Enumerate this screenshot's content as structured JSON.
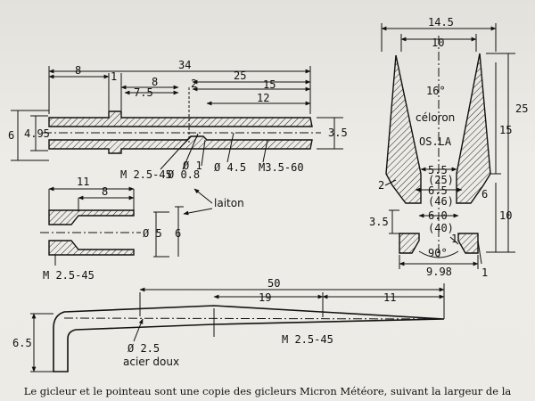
{
  "labels": {
    "d34": "34",
    "d8a": "8",
    "d1": "1",
    "d75": "7.5",
    "d8b": "8",
    "d2": "2",
    "d25a": "25",
    "d15a": "15",
    "d12": "12",
    "d6a": "6",
    "d495": "4.95",
    "d35a": "3.5",
    "m2545a": "M 2.5-45",
    "phi08": "Ø 0.8",
    "phi1": "Ø 1",
    "phi45": "Ø 4.5",
    "m3560": "M3.5-60",
    "d11a": "11",
    "d8c": "8",
    "laiton": "laiton",
    "phi5": "Ø 5",
    "d6b": "6",
    "m2545b": "M 2.5-45",
    "d145": "14.5",
    "d10a": "10",
    "deg16": "16°",
    "coloron": "céloron",
    "osla": "OS.LA",
    "d25b": "25",
    "d15b": "15",
    "d2b": "2",
    "d55": "5.5",
    "p25": "(25)",
    "d65": "6.5",
    "p46": "(46)",
    "d6c": "6",
    "d60": "6.0",
    "p40": "(40)",
    "d10b": "10",
    "d35b": "3.5",
    "deg90": "90°",
    "d998": "9.98",
    "d1b": "1",
    "d1c": "1",
    "d50": "50",
    "d19": "19",
    "d11b": "11",
    "d65b": "6.5",
    "phi25": "Ø 2.5",
    "acier": "acier doux",
    "m2545c": "M 2.5-45"
  },
  "caption": "Le gicleur et le pointeau sont une copie des gicleurs Micron Météore, suivant la largeur de la"
}
